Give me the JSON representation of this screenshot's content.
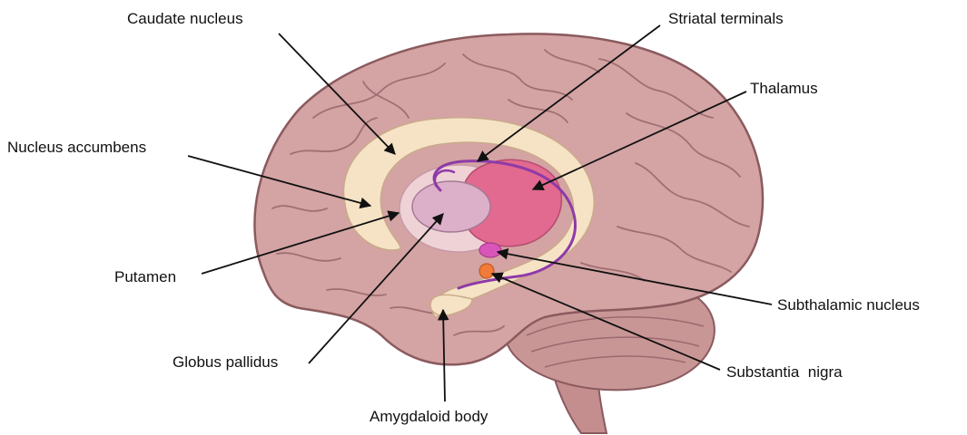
{
  "labels": {
    "caudate_nucleus": "Caudate nucleus",
    "striatal_terminals": "Striatal terminals",
    "thalamus": "Thalamus",
    "nucleus_accumbens": "Nucleus accumbens",
    "putamen": "Putamen",
    "subthalamic_nucleus": "Subthalamic nucleus",
    "globus_pallidus": "Globus pallidus",
    "substantia_nigra": "Substantia  nigra",
    "amygdaloid_body": "Amygdaloid body"
  },
  "colors": {
    "brain_fill": "#d4a3a3",
    "brain_outline": "#8a5a5e",
    "cerebellum_fill": "#c99696",
    "caudate_fill": "#f6e3c6",
    "thalamus_fill": "#e2698f",
    "globus_pallidus_fill": "#dcb0c8",
    "striatal_tract": "#8e3aa8",
    "subthalamic_fill": "#d955b9",
    "substantia_nigra_fill": "#f07b3a",
    "leader_line": "#111111"
  }
}
